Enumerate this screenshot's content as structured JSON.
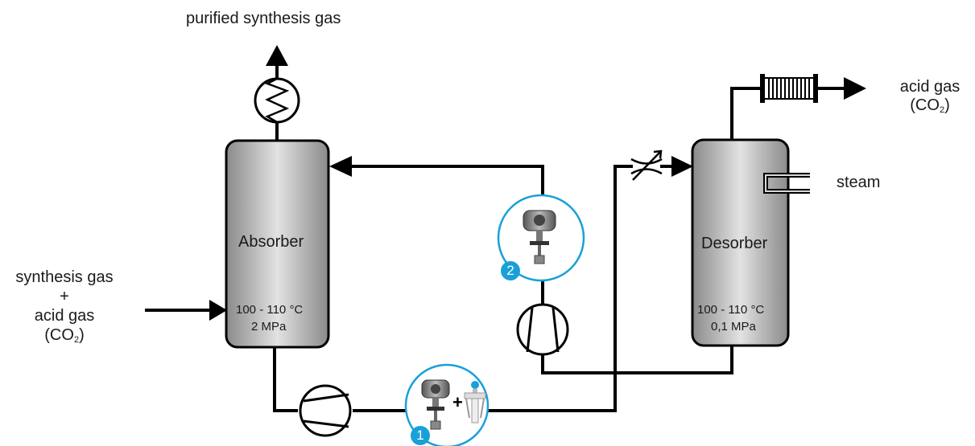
{
  "labels": {
    "purified_gas": "purified synthesis gas",
    "acid_gas_out_line1": "acid gas",
    "acid_gas_out_line2_prefix": "(CO",
    "acid_gas_out_sub": "2",
    "acid_gas_out_line2_suffix": ")",
    "steam": "steam",
    "feed_line1": "synthesis gas",
    "feed_line2": "+",
    "feed_line3": "acid gas",
    "feed_line4_prefix": "(CO",
    "feed_sub": "2",
    "feed_line4_suffix": ")"
  },
  "absorber": {
    "name": "Absorber",
    "temperature": "100 - 110 °C",
    "pressure": "2 MPa"
  },
  "desorber": {
    "name": "Desorber",
    "temperature": "100 - 110 °C",
    "pressure": "0,1 MPa"
  },
  "instruments": [
    {
      "badge": "1"
    },
    {
      "badge": "2"
    }
  ],
  "colors": {
    "line": "#000000",
    "vessel_dark": "#8c8c8c",
    "vessel_light": "#dedede",
    "callout_ring": "#1aa0d8",
    "badge_fill": "#1aa0d8"
  }
}
